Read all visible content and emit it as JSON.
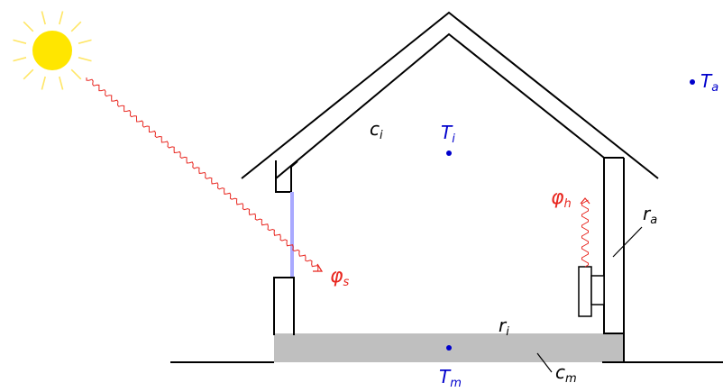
{
  "labels": {
    "T_a": {
      "main": "T",
      "sub": "a"
    },
    "T_i": {
      "main": "T",
      "sub": "i"
    },
    "T_m": {
      "main": "T",
      "sub": "m"
    },
    "c_i": {
      "main": "c",
      "sub": "i"
    },
    "c_m": {
      "main": "c",
      "sub": "m"
    },
    "r_a": {
      "main": "r",
      "sub": "a"
    },
    "r_i": {
      "main": "r",
      "sub": "i"
    },
    "phi_s": {
      "main": "φ",
      "sub": "s"
    },
    "phi_h": {
      "main": "φ",
      "sub": "h"
    }
  },
  "colors": {
    "outline": "#000000",
    "node": "#0000cc",
    "heat": "#e8261f",
    "sun": "#ffe600",
    "sun_rays": "#ffe666",
    "window": "#a9a9ff",
    "slab": "#bfbfbf"
  }
}
